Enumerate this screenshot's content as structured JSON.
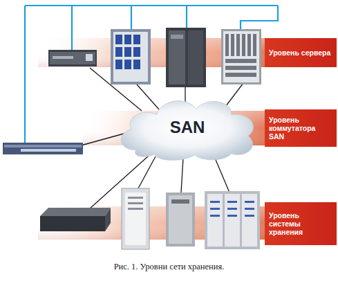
{
  "diagram": {
    "caption": "Рис. 1. Уровни сети хранения.",
    "nodes": [
      {
        "text": [
          "Уровень сервера"
        ]
      },
      {
        "text": [
          "SAN"
        ]
      },
      {
        "text": [
          "Уровень коммутатора SAN"
        ]
      },
      {
        "text": [
          "Уровень системы хранения"
        ]
      }
    ]
  }
}
